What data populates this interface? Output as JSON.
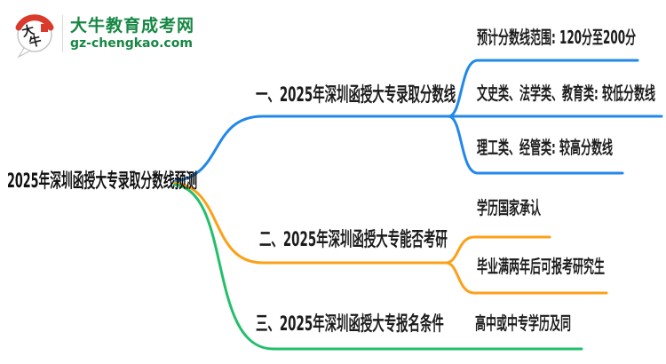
{
  "logo": {
    "site_name": "大牛教育成考网",
    "site_url": "gz-chengkao.com",
    "icon_text": "大牛",
    "brand_color": "#168743",
    "icon_accent_color": "#d93a2b"
  },
  "mindmap": {
    "root": {
      "label": "2025年深圳函授大专录取分数线预测"
    },
    "branches": [
      {
        "label": "一、2025年深圳函授大专录取分数线",
        "color": "#2288e9",
        "children": [
          "预计分数线范围: 120分至200分",
          "文史类、法学类、教育类: 较低分数线",
          "理工类、经管类: 较高分数线"
        ]
      },
      {
        "label": "二、2025年深圳函授大专能否考研",
        "color": "#fba118",
        "children": [
          "学历国家承认",
          "毕业满两年后可报考研究生"
        ]
      },
      {
        "label": "三、2025年深圳函授大专报名条件",
        "color": "#23bf6b",
        "children": [
          "高中或中专学历及同"
        ]
      }
    ],
    "text_color": "#1c1c1c"
  }
}
